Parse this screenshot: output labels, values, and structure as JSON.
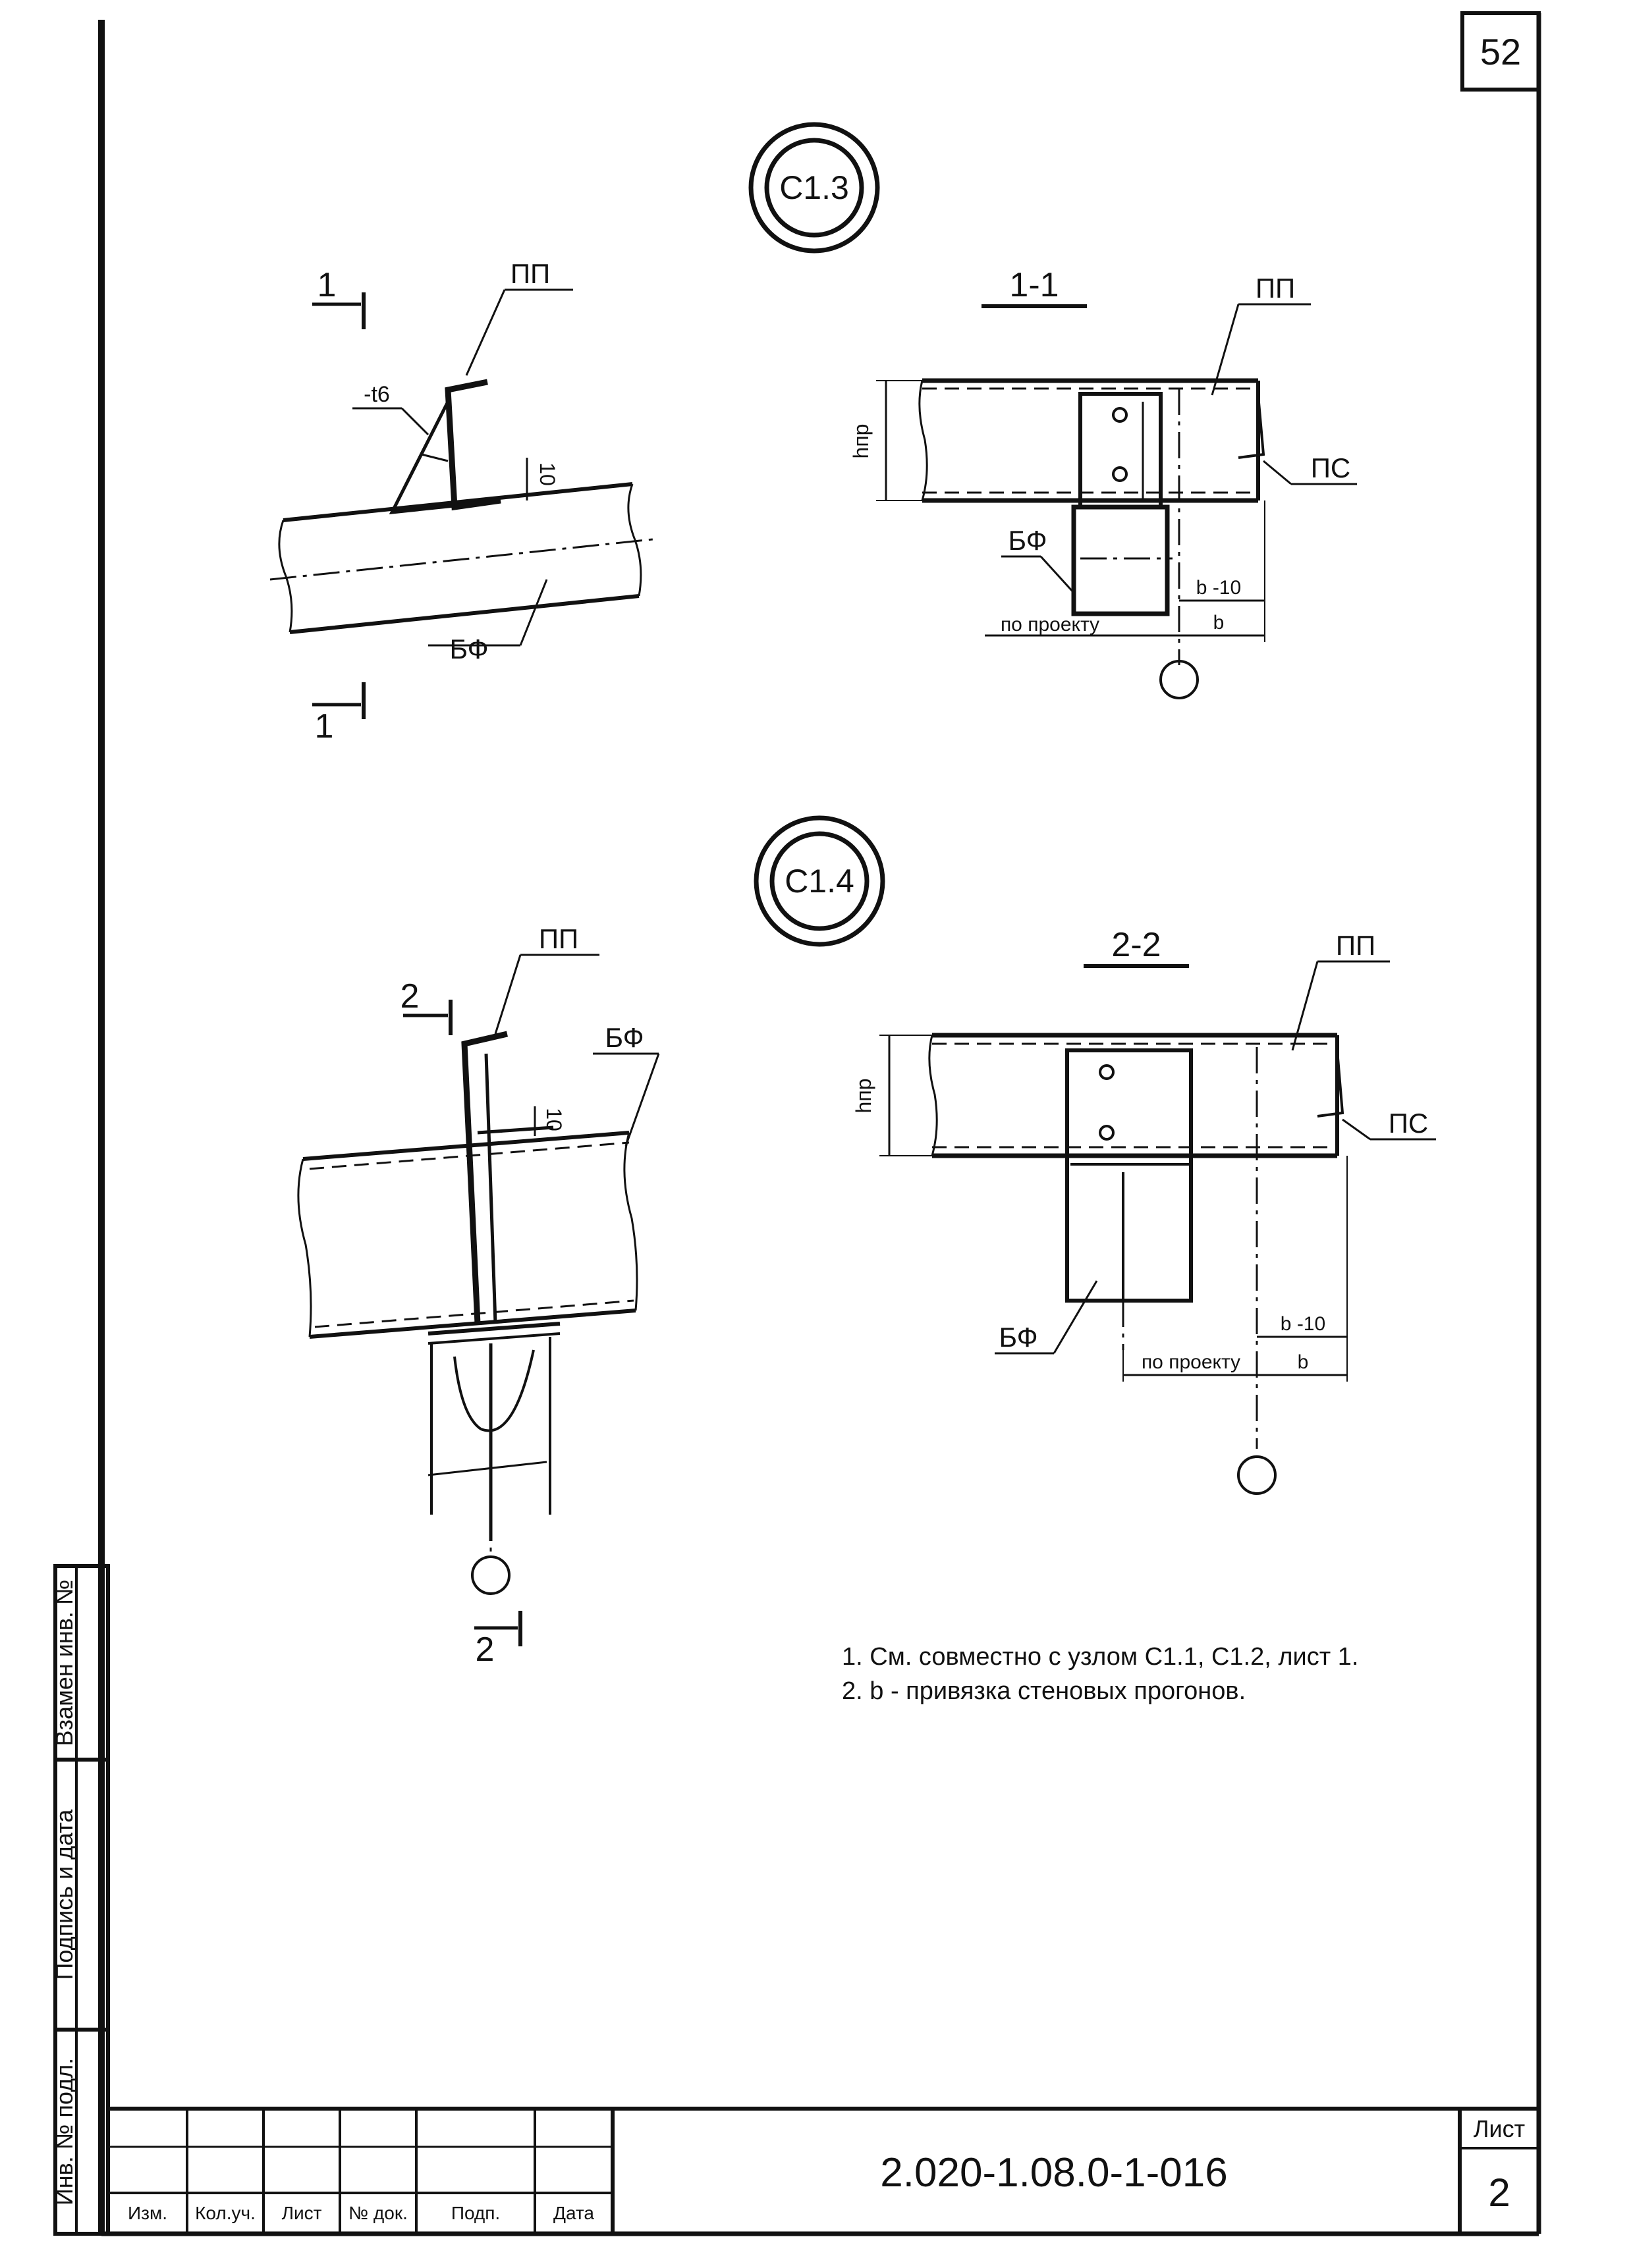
{
  "sheet_number_top": "52",
  "views": {
    "c13": {
      "label": "С1.3"
    },
    "c14": {
      "label": "С1.4"
    },
    "sec11": {
      "title": "1-1"
    },
    "sec22": {
      "title": "2-2"
    }
  },
  "cuts": {
    "cut1": "1",
    "cut2": "2"
  },
  "labels": {
    "pp": "ПП",
    "bf": "БФ",
    "ps": "ПС",
    "t6": "-t6",
    "dim10": "10",
    "hpr": "hпр",
    "b": "b",
    "b_minus_10": "b -10",
    "po_proektu": "по проекту"
  },
  "notes": [
    "1. См. совместно с узлом С1.1, С1.2, лист 1.",
    "2. b - привязка стеновых прогонов."
  ],
  "side_stamp": {
    "zamen": "Взамен инв. №",
    "podpis": "Подпись и дата",
    "inv": "Инв. № подл."
  },
  "title_block": {
    "columns": [
      "Изм.",
      "Кол.уч.",
      "Лист",
      "№ док.",
      "Подп.",
      "Дата"
    ],
    "document_code": "2.020-1.08.0-1-016",
    "sheet_label": "Лист",
    "sheet_number": "2"
  }
}
